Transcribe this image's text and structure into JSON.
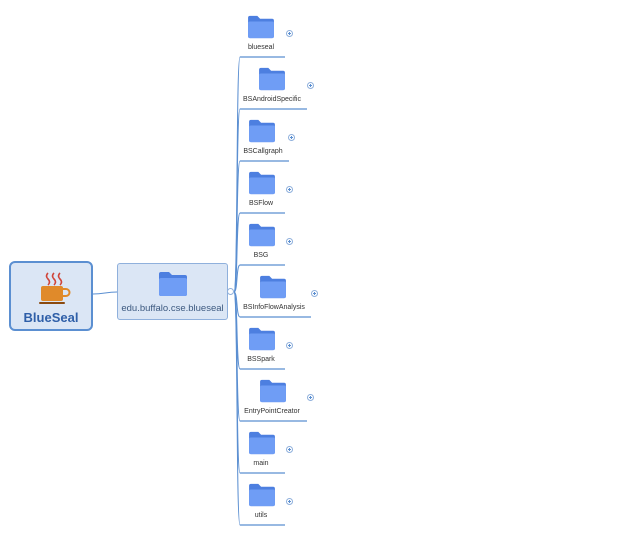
{
  "root": {
    "label": "BlueSeal",
    "icon": "coffee-cup-icon"
  },
  "package": {
    "label": "edu.buffalo.cse.blueseal",
    "icon": "folder-icon"
  },
  "children": [
    {
      "label": "blueseal"
    },
    {
      "label": "BSAndroidSpecific"
    },
    {
      "label": "BSCallgraph"
    },
    {
      "label": "BSFlow"
    },
    {
      "label": "BSG"
    },
    {
      "label": "BSInfoFlowAnalysis"
    },
    {
      "label": "BSSpark"
    },
    {
      "label": "EntryPointCreator"
    },
    {
      "label": "main"
    },
    {
      "label": "utils"
    }
  ],
  "colors": {
    "accent": "#5b8fd1",
    "folder": "#5b8ff0",
    "root_text": "#2f5fa8",
    "cup": "#e08a2a"
  }
}
